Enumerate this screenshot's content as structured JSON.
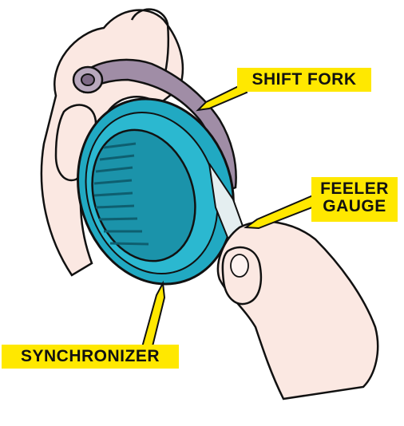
{
  "labels": {
    "shift_fork": "SHIFT FORK",
    "feeler_gauge_line1": "FEELER",
    "feeler_gauge_line2": "GAUGE",
    "synchronizer": "SYNCHRONIZER"
  },
  "colors": {
    "callout_fill": "#ffe800",
    "synchronizer_teal": "#21a9c2",
    "shift_fork_purple": "#a08da6",
    "skin": "#fbe8e2",
    "outline": "#111111"
  }
}
